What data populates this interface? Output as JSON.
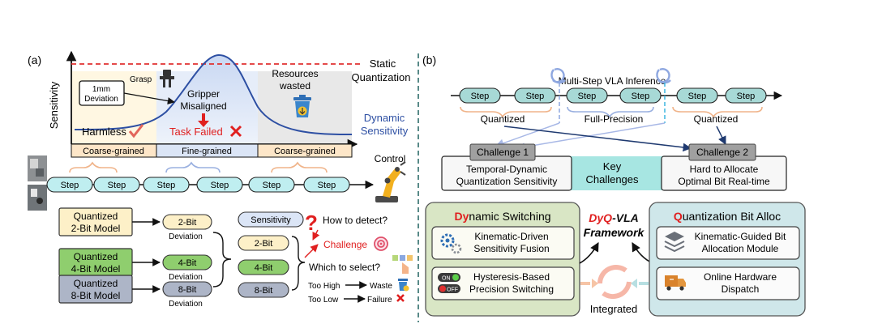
{
  "panel_a": {
    "label": "(a)",
    "y_axis_label": "Sensitivity",
    "static_label_1": "Static",
    "static_label_2": "Quantization",
    "dynamic_label_1": "Dynamic",
    "dynamic_label_2": "Sensitivity",
    "grasp": "Grasp",
    "deviation_box_1": "1mm",
    "deviation_box_2": "Deviation",
    "gripper_1": "Gripper",
    "gripper_2": "Misaligned",
    "resources_1": "Resources",
    "resources_2": "wasted",
    "harmless": "Harmless",
    "task_failed": "Task Failed",
    "regions": [
      "Coarse-grained",
      "Fine-grained",
      "Coarse-grained"
    ],
    "control": "Control",
    "step": "Step",
    "models": [
      {
        "line1": "Quantized",
        "line2": "2-Bit Model",
        "bit": "2-Bit",
        "fill": "#fdf0c8"
      },
      {
        "line1": "Quantized",
        "line2": "4-Bit Model",
        "bit": "4-Bit",
        "fill": "#8fce6e"
      },
      {
        "line1": "Quantized",
        "line2": "8-Bit Model",
        "bit": "8-Bit",
        "fill": "#adb5c7"
      }
    ],
    "deviation": "Deviation",
    "options": [
      "Sensitivity",
      "2-Bit",
      "4-Bit",
      "8-Bit"
    ],
    "how_detect": "How to detect?",
    "challenge": "Challenge",
    "which_select": "Which to select?",
    "too_high": "Too High",
    "waste": "Waste",
    "too_low": "Too Low",
    "failure": "Failure"
  },
  "panel_b": {
    "label": "(b)",
    "title": "Multi-Step VLA Inference",
    "step": "Step",
    "segments": [
      "Quantized",
      "Full-Precision",
      "Quantized"
    ],
    "challenge1": "Challenge 1",
    "challenge1_text_1": "Temporal-Dynamic",
    "challenge1_text_2": "Quantization Sensitivity",
    "key_1": "Key",
    "key_2": "Challenges",
    "challenge2": "Challenge 2",
    "challenge2_text_1": "Hard to Allocate",
    "challenge2_text_2": "Optimal Bit Real-time",
    "ds_title_first": "Dy",
    "ds_title_rest": "namic Switching",
    "ds_item1_1": "Kinematic-Driven",
    "ds_item1_2": "Sensitivity Fusion",
    "on": "ON",
    "off": "OFF",
    "ds_item2_1": "Hysteresis-Based",
    "ds_item2_2": "Precision Switching",
    "fw_dy": "Dy",
    "fw_q": "Q",
    "fw_rest": "-VLA",
    "fw_2": "Framework",
    "integrated": "Integrated",
    "qb_title_first": "Q",
    "qb_title_rest": "uantization Bit Alloc",
    "qb_item1_1": "Kinematic-Guided Bit",
    "qb_item1_2": "Allocation Module",
    "qb_item2_1": "Online Hardware",
    "qb_item2_2": "Dispatch"
  },
  "colors": {
    "curve": "#2d4fa3",
    "static_line": "#e03030",
    "region_coarse": "#fde6c8",
    "region_fine": "#dbe5f6",
    "step_fill": "#bfeef0",
    "step_fill_b": "#a7d9d6",
    "red": "#e02020",
    "ds_box": "#d9e6c5",
    "qb_box": "#cfe7ea",
    "key_fill": "#a7e6e2",
    "challenge_tag": "#a0a0a0"
  }
}
